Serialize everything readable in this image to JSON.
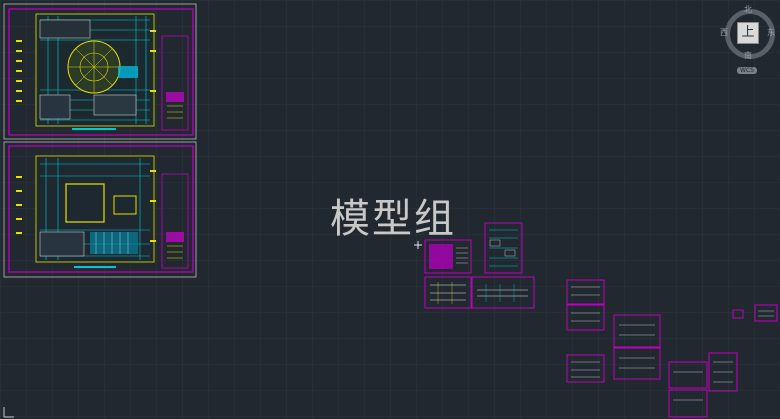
{
  "overlay": {
    "text": "模型组"
  },
  "viewcube": {
    "north": "北",
    "south": "南",
    "east": "东",
    "west": "西",
    "face": "上",
    "wcs": "WCS"
  },
  "colors": {
    "background": "#212830",
    "frame": "#c000c0",
    "linework_a": "#00c8d8",
    "linework_b": "#e8e000",
    "linework_c": "#e8e8e8",
    "linework_d": "#d000d0"
  }
}
